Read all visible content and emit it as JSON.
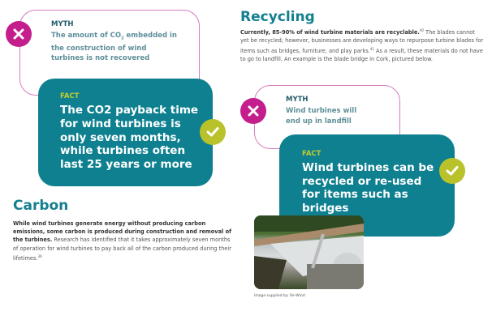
{
  "myth1": {
    "label": "MYTH",
    "text_pre": "The amount of CO",
    "text_sub": "2",
    "text_post": " embedded in the construction of wind turbines is not recovered"
  },
  "fact1": {
    "label": "FACT",
    "text": "The CO2 payback time for wind turbines is only seven months, while turbines often last 25 years or more"
  },
  "carbon": {
    "heading": "Carbon",
    "bold": "While wind turbines generate energy without producing carbon emissions, some carbon is produced during construction and removal of the turbines.",
    "text": " Research has identified that it takes approximately seven months of operation for wind turbines to pay back all of the carbon produced during their lifetimes.",
    "ref": "39"
  },
  "recycling": {
    "heading": "Recycling",
    "bold": "Currently, 85-90% of wind turbine materials are recyclable.",
    "ref1": "40",
    "text1": " The blades cannot yet be recycled; however, businesses are developing ways to repurpose turbine blades for items such as bridges, furniture, and play parks.",
    "ref2": "41",
    "text2": " As a result, these materials do not have to go to landfill. An example is the blade bridge in Cork, pictured below."
  },
  "myth2": {
    "label": "MYTH",
    "text": "Wind turbines will end up in landfill"
  },
  "fact2": {
    "label": "FACT",
    "text": "Wind turbines can be recycled or re-used for items such as bridges"
  },
  "caption": "Image supplied by: Re-Wind",
  "colors": {
    "teal": "#0e8090",
    "magenta": "#c41d8c",
    "lime": "#b9c22a"
  }
}
